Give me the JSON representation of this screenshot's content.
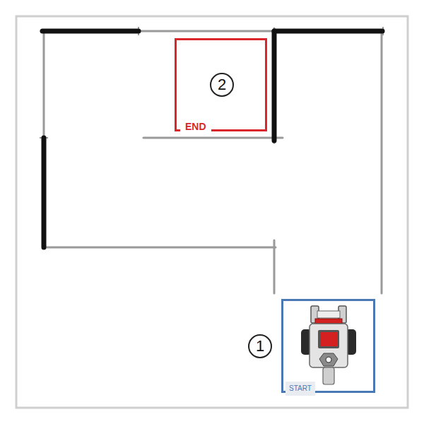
{
  "diagram": {
    "nodes": [
      {
        "text": [
          "END"
        ]
      },
      {
        "text": [
          "START"
        ]
      }
    ],
    "labels": [
      "2",
      "1"
    ]
  }
}
